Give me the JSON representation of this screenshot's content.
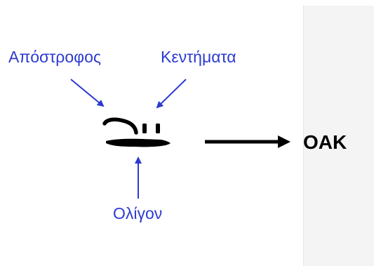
{
  "labels": {
    "apostrophe": "Απόστροφος",
    "dots": "Κεντήματα",
    "oligon": "Ολίγον"
  },
  "result": "OAK",
  "colors": {
    "label": "#2c3ad1",
    "arrow": "#000000",
    "panel": "#f4f4f4"
  }
}
